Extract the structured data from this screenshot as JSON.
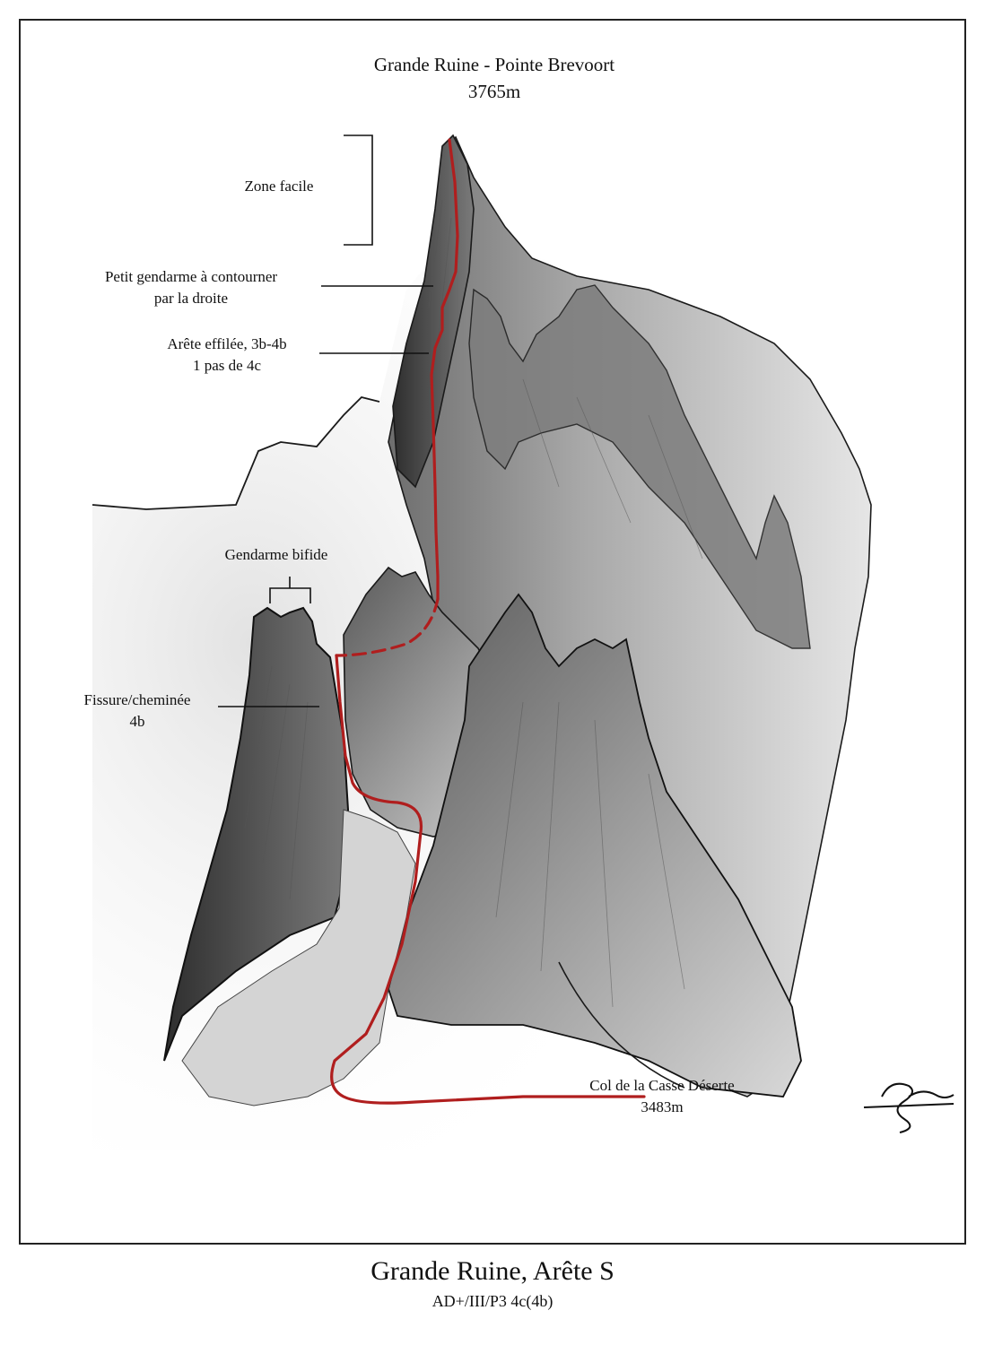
{
  "summit": {
    "name": "Grande Ruine - Pointe Brevoort",
    "altitude": "3765m"
  },
  "labels": {
    "zone_facile": "Zone facile",
    "petit_gendarme_line1": "Petit gendarme à contourner",
    "petit_gendarme_line2": "par la droite",
    "arete_effilee_line1": "Arête effilée, 3b-4b",
    "arete_effilee_line2": "1 pas de 4c",
    "gendarme_bifide": "Gendarme bifide",
    "fissure_line1": "Fissure/cheminée",
    "fissure_line2": "4b"
  },
  "col": {
    "name": "Col de la Casse Déserte",
    "altitude": "3483m"
  },
  "footer": {
    "title": "Grande Ruine, Arête S",
    "grade": "AD+/III/P3 4c(4b)"
  },
  "colors": {
    "route": "#b01e1e",
    "ink": "#1a1a1a",
    "rock_dark": "#3a3a3a",
    "rock_mid": "#8a8a8a",
    "rock_light": "#cfcfcf"
  }
}
